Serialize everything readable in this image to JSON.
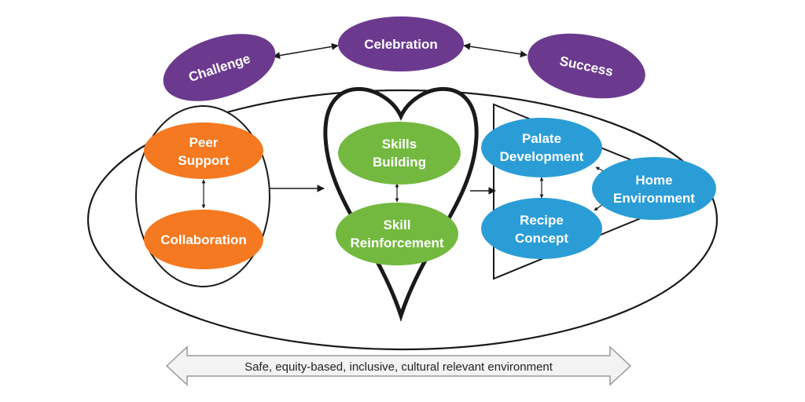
{
  "colors": {
    "purple": "#6b3a8e",
    "orange": "#f47920",
    "green": "#73b93f",
    "blue": "#2a9dd6",
    "outline": "#1a1a1a",
    "arrow_fill": "#f3f3f3",
    "arrow_stroke": "#9a9a9a"
  },
  "top_nodes": {
    "challenge": "Challenge",
    "celebration": "Celebration",
    "success": "Success"
  },
  "left_group": {
    "peer_support": [
      "Peer",
      "Support"
    ],
    "collaboration": "Collaboration"
  },
  "heart_group": {
    "skills_building": [
      "Skills",
      "Building"
    ],
    "skill_reinforcement": [
      "Skill",
      "Reinforcement"
    ]
  },
  "triangle_group": {
    "palate_development": [
      "Palate",
      "Development"
    ],
    "recipe_concept": [
      "Recipe",
      "Concept"
    ],
    "home_environment": [
      "Home",
      "Environment"
    ]
  },
  "footer": {
    "label": "Safe, equity-based, inclusive, cultural relevant environment"
  }
}
